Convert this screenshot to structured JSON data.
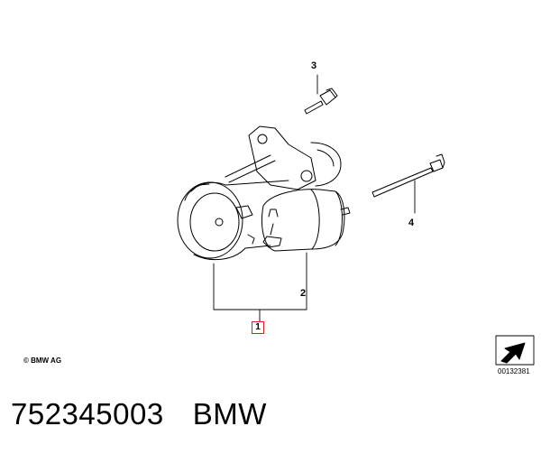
{
  "callouts": {
    "c1": "1",
    "c2": "2",
    "c3": "3",
    "c4": "4"
  },
  "copyright": "© BMW AG",
  "ref_code": "00132381",
  "footer": {
    "part_number": "752345003",
    "brand": "BMW"
  },
  "colors": {
    "highlight": "#e02020",
    "line": "#000000"
  }
}
